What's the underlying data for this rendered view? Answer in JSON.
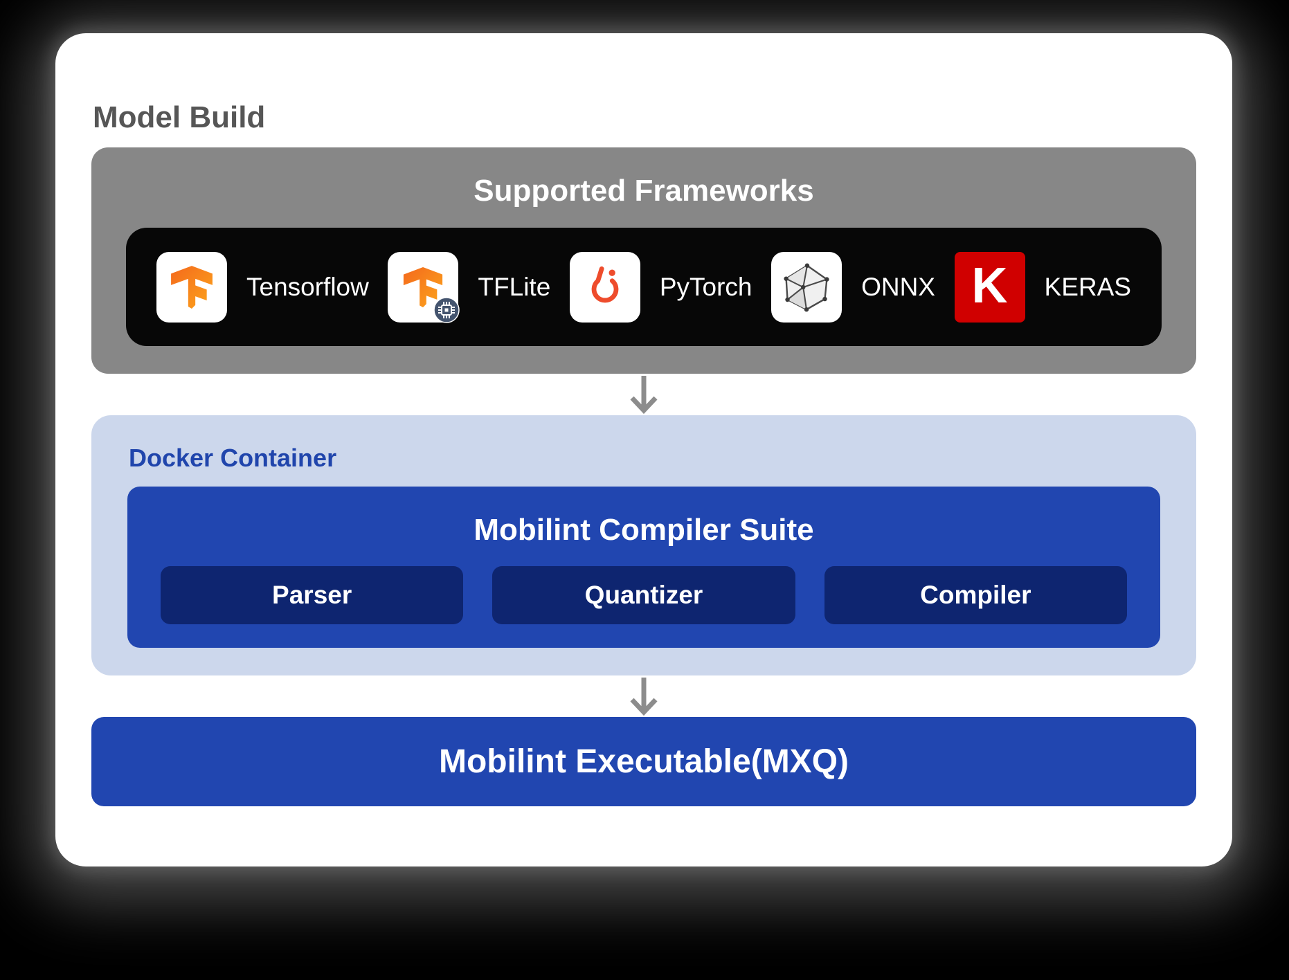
{
  "page": {
    "title": "Model Build"
  },
  "frameworks": {
    "title": "Supported Frameworks",
    "items": [
      {
        "icon": "tensorflow-icon",
        "label": "Tensorflow"
      },
      {
        "icon": "tflite-icon",
        "label": "TFLite"
      },
      {
        "icon": "pytorch-icon",
        "label": "PyTorch"
      },
      {
        "icon": "onnx-icon",
        "label": "ONNX"
      },
      {
        "icon": "keras-icon",
        "label": "KERAS",
        "letter": "K"
      }
    ]
  },
  "docker": {
    "label": "Docker Container",
    "suite": {
      "title": "Mobilint Compiler Suite",
      "stages": [
        "Parser",
        "Quantizer",
        "Compiler"
      ]
    }
  },
  "output": {
    "label": "Mobilint Executable(MXQ)"
  },
  "colors": {
    "card_bg": "#ffffff",
    "frameworks_bg": "#878787",
    "strip_bg": "#070707",
    "docker_bg": "#ccd7ec",
    "suite_bg": "#2146b0",
    "stage_bg": "#0e2570",
    "output_bg": "#2146b0",
    "docker_label_text": "#2045ac",
    "page_title_text": "#565656",
    "arrow": "#8c8c8c",
    "keras_red": "#d00000",
    "pytorch_orange": "#ee4c2c",
    "tensorflow_orange": "#f78c1e",
    "onnx_gray": "#4a4a4a"
  }
}
